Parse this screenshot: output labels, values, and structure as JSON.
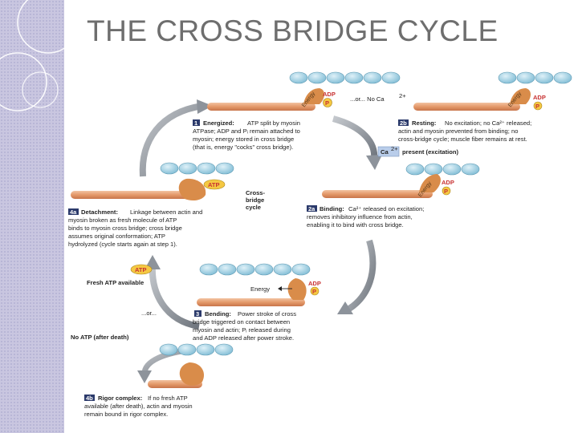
{
  "slide": {
    "title": "THE CROSS BRIDGE CYCLE"
  },
  "diagram": {
    "center_label": [
      "Cross-",
      "bridge",
      "cycle"
    ],
    "molecules": {
      "adp": "ADP",
      "atp": "ATP",
      "p": "P",
      "pi_sub": "i",
      "energy": "Energy",
      "ca": "Ca",
      "ca_sup": "2+"
    },
    "top_or": "...or... No Ca",
    "excitation": "present (excitation)",
    "fresh_atp": "Fresh ATP available",
    "mid_or": "...or...",
    "no_atp": "No ATP (after death)",
    "steps": {
      "s1": {
        "num": "1",
        "heading": "Energized:",
        "lines": [
          "ATP split by myosin",
          "ATPase; ADP and Pᵢ remain attached to",
          "myosin; energy stored in cross bridge",
          "(that is, energy \"cocks\" cross bridge)."
        ]
      },
      "s2b": {
        "num": "2b",
        "heading": "Resting:",
        "lines": [
          "No excitation; no Ca²⁺ released;",
          "actin and myosin prevented from binding; no",
          "cross-bridge cycle; muscle fiber remains at rest."
        ]
      },
      "s2a": {
        "num": "2a",
        "heading": "Binding:",
        "lines": [
          "Ca²⁺ released on excitation;",
          "removes inhibitory influence from actin,",
          "enabling it to bind with cross bridge."
        ]
      },
      "s4a": {
        "num": "4a",
        "heading": "Detachment:",
        "lines": [
          "Linkage between actin and",
          "myosin broken as fresh molecule of ATP",
          "binds to myosin cross bridge; cross bridge",
          "assumes original conformation; ATP",
          "hydrolyzed (cycle starts again at step 1)."
        ]
      },
      "s3": {
        "num": "3",
        "heading": "Bending:",
        "lines": [
          "Power stroke of cross",
          "bridge triggered on contact between",
          "myosin and actin; Pᵢ released during",
          "and ADP released after power stroke."
        ]
      },
      "s4b": {
        "num": "4b",
        "heading": "Rigor complex:",
        "lines": [
          "If no fresh ATP",
          "available (after death), actin and myosin",
          "remain bound in rigor complex."
        ]
      }
    }
  },
  "colors": {
    "actin": "#9ecfe3",
    "myosin": "#e49a6a",
    "head": "#d98c4a",
    "badge": "#2b3a6b",
    "arrow": "#8d939b",
    "sidebar": "#c9c6e0"
  }
}
